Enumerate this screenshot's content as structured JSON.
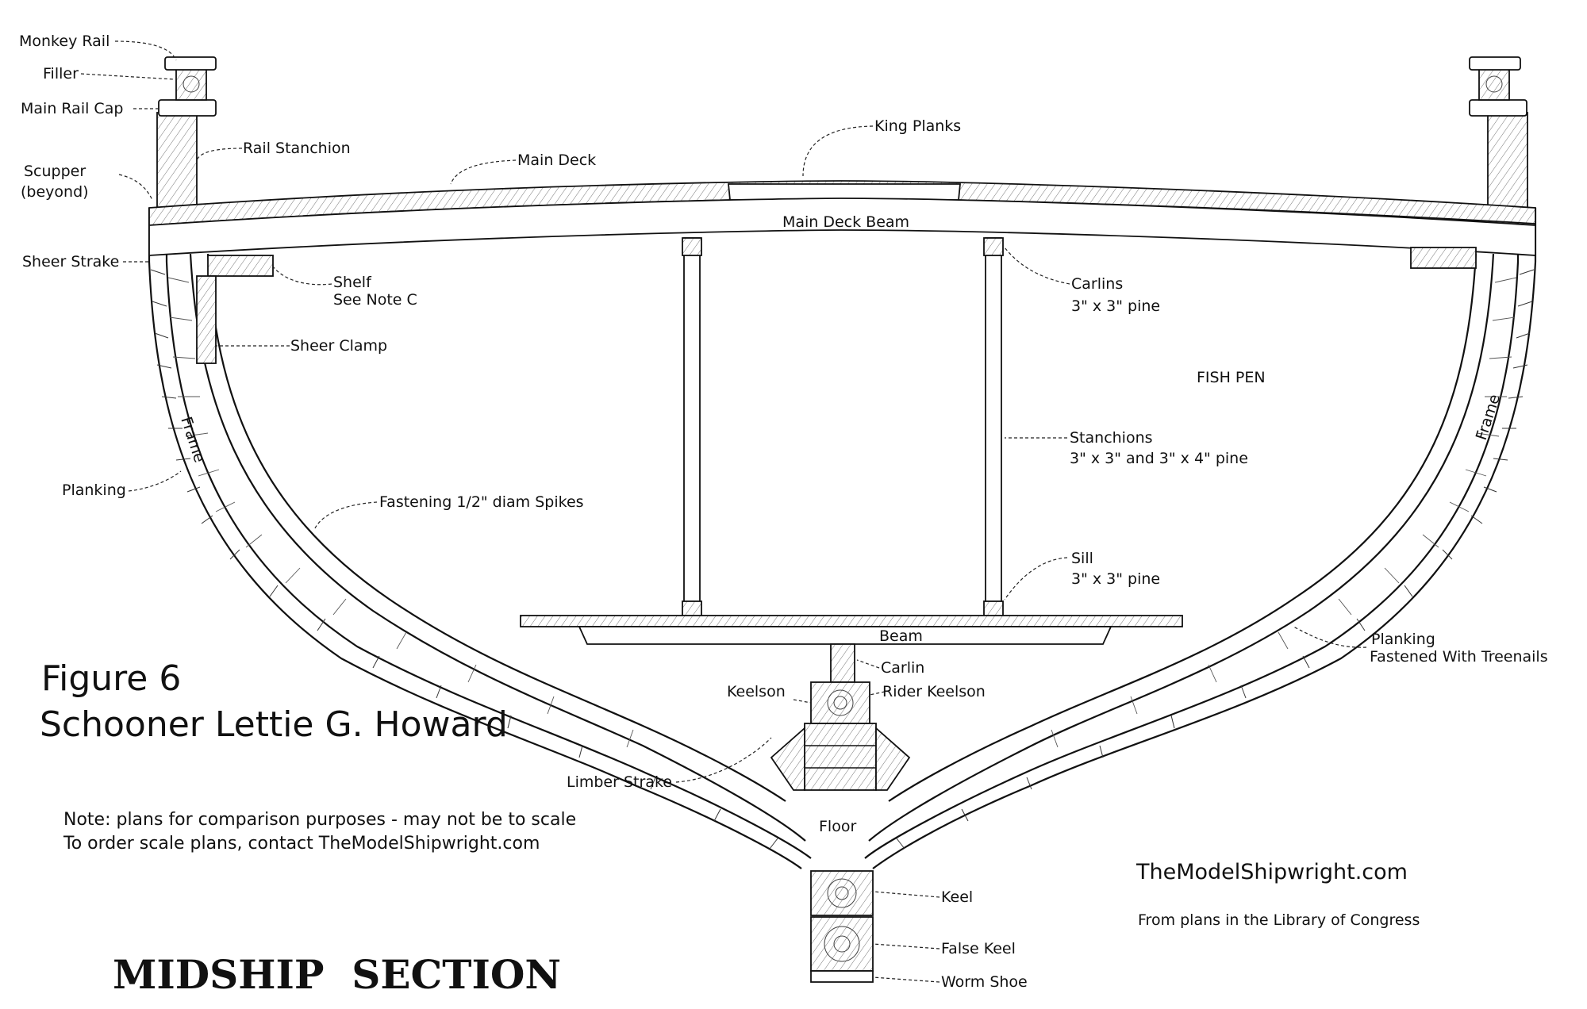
{
  "figure": {
    "number": "Figure 6",
    "vessel": "Schooner Lettie G. Howard",
    "section_title": "MIDSHIP  SECTION"
  },
  "note": {
    "line1": "Note: plans for comparison purposes - may not be to scale",
    "line2": "To order scale plans, contact TheModelShipwright.com"
  },
  "credit": {
    "site": "TheModelShipwright.com",
    "source": "From plans in the Library of Congress"
  },
  "labels": {
    "monkey_rail": "Monkey Rail",
    "filler": "Filler",
    "main_rail_cap": "Main Rail Cap",
    "rail_stanchion": "Rail Stanchion",
    "scupper_1": "Scupper",
    "scupper_2": "(beyond)",
    "main_deck": "Main Deck",
    "king_planks": "King Planks",
    "main_deck_beam": "Main Deck Beam",
    "sheer_strake": "Sheer Strake",
    "shelf_1": "Shelf",
    "shelf_2": "See Note C",
    "sheer_clamp": "Sheer Clamp",
    "carlins_1": "Carlins",
    "carlins_2": "3\" x 3\" pine",
    "fish_pen": "FISH PEN",
    "frame_left": "Frame",
    "frame_right": "Frame",
    "stanchions_1": "Stanchions",
    "stanchions_2": "3\" x 3\" and 3\" x 4\" pine",
    "planking": "Planking",
    "fastening": "Fastening 1/2\" diam Spikes",
    "sill_1": "Sill",
    "sill_2": "3\" x 3\" pine",
    "beam": "Beam",
    "planking_right_1": "Planking",
    "planking_right_2": "Fastened With Treenails",
    "carlin": "Carlin",
    "keelson": "Keelson",
    "rider_keelson": "Rider Keelson",
    "limber_strake": "Limber Strake",
    "floor": "Floor",
    "keel": "Keel",
    "false_keel": "False Keel",
    "worm_shoe": "Worm Shoe"
  }
}
